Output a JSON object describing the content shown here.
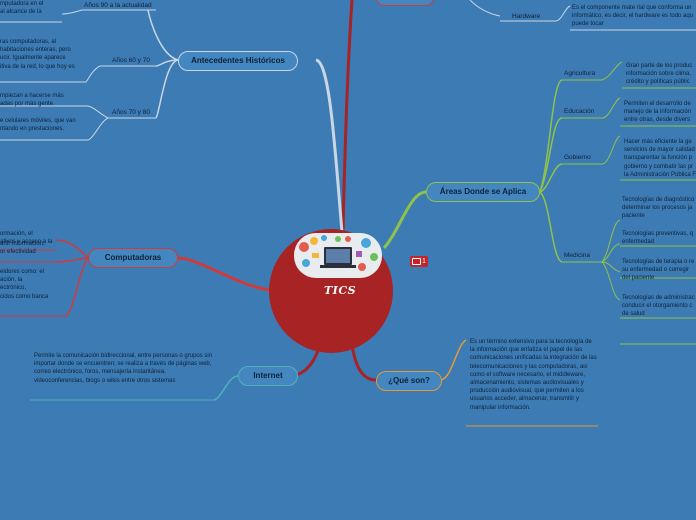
{
  "central": {
    "title": "TICS"
  },
  "comment_count": "1",
  "branches": {
    "antecedentes": {
      "label": "Antecedentes Históricos",
      "items": [
        {
          "label": "Años 90 a la actualidad",
          "text": "mputadora en el\nal alcance de la"
        },
        {
          "label": "Años 60 y 70",
          "text": "ras computadoras, al\nhabitaciones enteras, pero\nucir. Igualmente aparece\nitiva de la red, lo que hoy es"
        },
        {
          "label": "Años 70 y 80",
          "text": "mpiezan a hacerse más\nadas por más gente.\n\ne celulares móviles, que van\nntando en prestaciones."
        }
      ]
    },
    "computadoras": {
      "label": "Computadoras",
      "texts": [
        "ormación, el\nativos y acceso a la",
        "artir información,\nor efectividad",
        "eidores como: el\nación, la\nectrónico,\ncidos como banca"
      ]
    },
    "internet": {
      "label": "Internet",
      "text": "Permite la comunicación bidireccional, entre personas o grupos sin importar donde se encuentren; se realiza a través de páginas web, correo electrónico, foros, mensajería instantánea, videoconferencias, blogs o wikis entre otros sistemas"
    },
    "que_son": {
      "label": "¿Qué son?",
      "text": "Es un término extensivo para la tecnología de la información que enfatiza el papel de las comunicaciones unificadas la integración de las telecomunicaciones y las computadoras, así como el software necesario, el middleware, almacenamiento, sistemas audiovisuales y producción audiovisual, que permiten a los usuarios acceder, almacenar, transmitir y manipular información."
    },
    "areas": {
      "label": "Áreas Donde se Aplica",
      "agricultura": {
        "label": "Agricultura",
        "text": "Gran parte de los produc\ninformación sobre clima,\ncrédito y políticas públic"
      },
      "educacion": {
        "label": "Educación",
        "text": "Permiten el desarrollo de\nmanejo de la información\nentre otras, desde divers"
      },
      "gobierno": {
        "label": "Gobierno",
        "text": "Hacer más eficiente la ge\nservicios de mayor calidad\ntransparentar la función p\ngobierno y combatir las pr\nla Administración Pública F"
      },
      "medicina": {
        "label": "Medicina",
        "texts": [
          "Tecnologías de diagnóstico\ndeterminar los procesos ja\npaciente",
          "Tecnologías preventivas, q\nenfermedad",
          "Tecnologías de terapia o re\nsu enfermedad o corregir\ndel paciente",
          "Tecnologías de administrac\nconducir el otorgamiento c\nde salud"
        ]
      }
    },
    "hardware": {
      "label": "Hardware",
      "text": "Es el componente mate rial que conforma un\ninformático, es decir, el hardware es todo aqu\npuede tocar"
    }
  },
  "colors": {
    "background": "#3d7bb5",
    "center": "#a82323",
    "gray_branch": "#c9d6e3",
    "green_branch": "#8fc24a",
    "red_branch": "#cf3b3b",
    "teal_branch": "#4fb0b8",
    "orange_branch": "#e19a35"
  }
}
